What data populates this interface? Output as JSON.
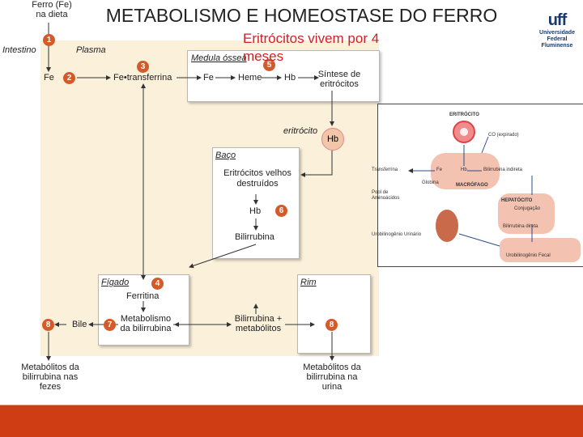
{
  "title": "METABOLISMO E HOMEOSTASE DO FERRO",
  "subtitle": "Eritrócitos vivem por 4 meses",
  "logo": {
    "mark": "uff",
    "line1": "Universidade",
    "line2": "Federal",
    "line3": "Fluminense"
  },
  "labels": {
    "diet": "Ferro (Fe) na dieta",
    "intestine": "Intestino",
    "plasma": "Plasma",
    "fe": "Fe",
    "fe_transferrin": "Fe•transferrina",
    "bone_marrow": "Medula óssea",
    "fe_marrow": "Fe",
    "heme": "Heme",
    "hb": "Hb",
    "synthesis": "Síntese de eritrócitos",
    "erythrocyte": "eritrócito",
    "hb_cell": "Hb",
    "spleen": "Baço",
    "old_rbc": "Eritrócitos velhos destruídos",
    "spleen_hb": "Hb",
    "bilirubin": "Bilirrubina",
    "liver": "Fígado",
    "ferritin": "Ferritina",
    "bile": "Bile",
    "bili_metab": "Metabolismo da bilirrubina",
    "bili_metabolites": "Bilirrubina + metabólitos",
    "kidney": "Rim",
    "feces": "Metabólitos da bilirrubina nas fezes",
    "urine": "Metabólitos da bilirrubina na urina"
  },
  "steps": [
    "1",
    "2",
    "3",
    "4",
    "5",
    "6",
    "7",
    "8",
    "8"
  ],
  "inset": {
    "erythrocyte": "ERITRÓCITO",
    "co": "CO (expirado)",
    "transferrin": "Transferrina",
    "fe": "Fe",
    "hb": "Hb",
    "indirect_bili": "Bilirrubina indireta",
    "globin": "Globina",
    "macrophage": "MACRÓFAGO",
    "amino_pool": "Pool de Aminoácidos",
    "hepatocyte": "HEPATÓCITO",
    "conjugation": "Conjugação",
    "direct_bili": "Bilirrubina direta",
    "urine_urob": "Urobilinogênio Urinário",
    "fecal_urob": "Urobilinogênio Fecal"
  },
  "colors": {
    "footer": "#cf3d14",
    "step": "#d35a2a",
    "plasma": "#fbf0da",
    "subtitle": "#cc2222"
  }
}
